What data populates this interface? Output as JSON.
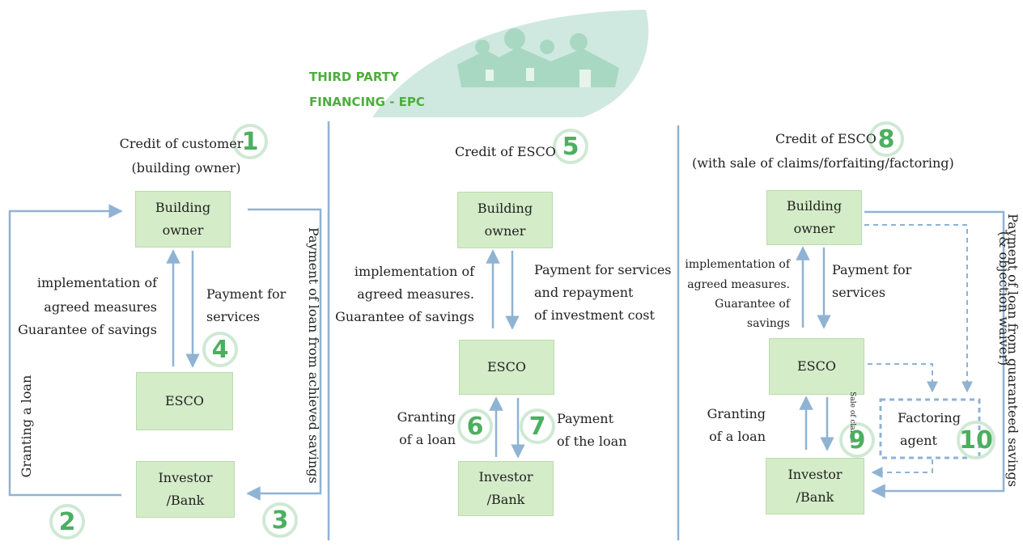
{
  "title": {
    "line1": "THIRD PARTY",
    "line2": "FINANCING - EPC"
  },
  "colors": {
    "box_fill": "#d4ecc8",
    "arrow": "#8fb3d3",
    "number": "#4caf60",
    "title": "#4caf3c",
    "leaf": "#cfe9e0"
  },
  "icons": [
    "houses-icon"
  ],
  "panel1": {
    "heading_line1": "Credit of customer",
    "heading_line2": "(building owner)",
    "number_heading": "1",
    "box_top_line1": "Building",
    "box_top_line2": "owner",
    "box_mid": "ESCO",
    "box_bottom_line1": "Investor",
    "box_bottom_line2": "/Bank",
    "left_label_line1": "implementation of",
    "left_label_line2": "agreed measures",
    "left_label_line3": "Guarantee of savings",
    "right_label_line1": "Payment for",
    "right_label_line2": "services",
    "number_services": "4",
    "granting": "Granting a loan",
    "repayment": "Payment of loan from achieved savings",
    "number_grant": "2",
    "number_repay": "3"
  },
  "panel2": {
    "heading": "Credit of ESCO",
    "number_heading": "5",
    "box_top_line1": "Building",
    "box_top_line2": "owner",
    "box_mid": "ESCO",
    "box_bottom_line1": "Investor",
    "box_bottom_line2": "/Bank",
    "left_label_line1": "implementation of",
    "left_label_line2": "agreed measures.",
    "left_label_line3": "Guarantee of savings",
    "right_label_line1": "Payment for services",
    "right_label_line2": "and repayment",
    "right_label_line3": "of investment cost",
    "granting_line1": "Granting",
    "granting_line2": "of a loan",
    "payment_line1": "Payment",
    "payment_line2": "of the loan",
    "number_grant": "6",
    "number_pay": "7"
  },
  "panel3": {
    "heading_line1": "Credit of ESCO",
    "heading_line2": "(with sale of claims/forfaiting/factoring)",
    "number_heading": "8",
    "box_top_line1": "Building",
    "box_top_line2": "owner",
    "box_mid": "ESCO",
    "box_bottom_line1": "Investor",
    "box_bottom_line2": "/Bank",
    "factoring_line1": "Factoring",
    "factoring_line2": "agent",
    "left_label_line1": "implementation of",
    "left_label_line2": "agreed measures.",
    "left_label_line3": "Guarantee of",
    "left_label_line4": "savings",
    "right_label_line1": "Payment for",
    "right_label_line2": "services",
    "granting_line1": "Granting",
    "granting_line2": "of a loan",
    "sale_of_claims": "Sale of claims",
    "number_sale": "9",
    "number_factoring": "10",
    "repayment_line1": "Payment of loan from guaranteed savings",
    "repayment_line2": "(& objection waiver)"
  }
}
